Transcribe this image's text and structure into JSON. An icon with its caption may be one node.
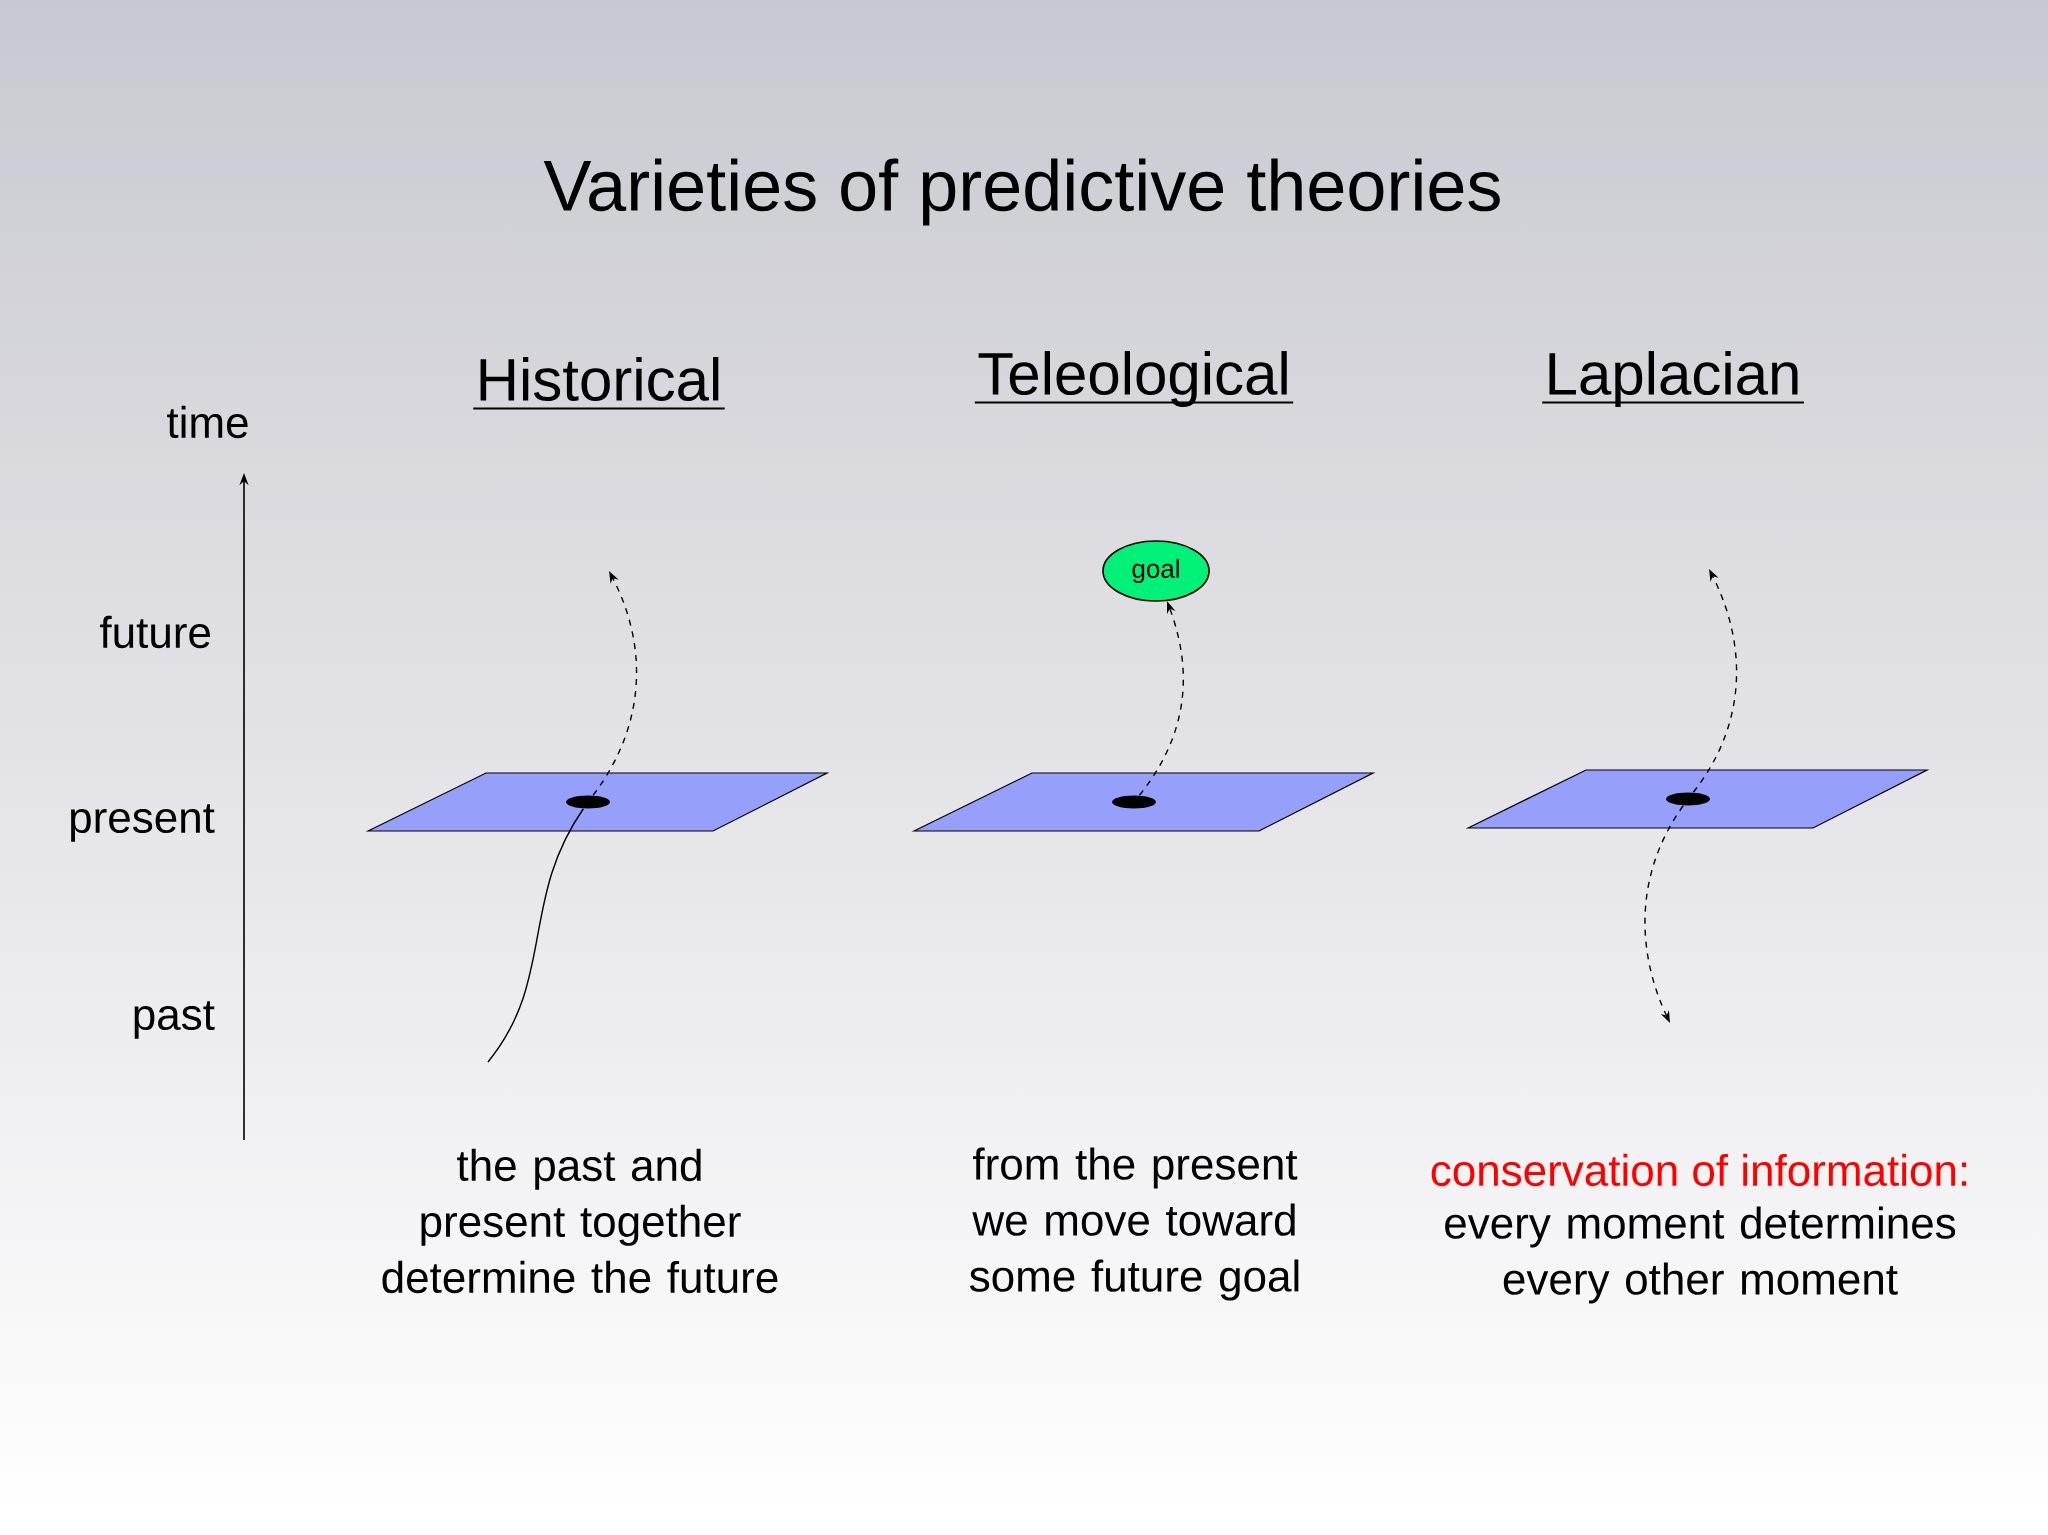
{
  "diagram": {
    "title": "Varieties of predictive theories",
    "nodes": [
      {
        "text": [],
        "shape": "parallelogram"
      },
      {
        "text": [],
        "shape": "dot",
        "in": 0
      },
      {
        "text": [
          "goal"
        ]
      },
      {
        "text": [],
        "shape": "parallelogram"
      },
      {
        "text": [],
        "shape": "dot",
        "in": 3
      },
      {
        "text": [],
        "shape": "parallelogram"
      },
      {
        "text": [],
        "shape": "dot",
        "in": 5
      }
    ],
    "edges": [
      {
        "from": null,
        "to": 1,
        "arrow": "none"
      },
      {
        "from": 1,
        "to": null,
        "arrow": "to",
        "style": "dashed"
      },
      {
        "from": 4,
        "to": 2,
        "arrow": "to",
        "style": "dashed"
      },
      {
        "from": 6,
        "to": null,
        "arrow": "to",
        "style": "dashed"
      },
      {
        "from": 6,
        "to": null,
        "arrow": "to",
        "style": "dashed"
      }
    ],
    "labels": [
      "Historical",
      "Teleological",
      "Laplacian",
      "time",
      "future",
      "present",
      "past",
      "the past and present together determine the future",
      "from the present we move toward some future goal",
      "conservation of information:",
      "every moment determines every other moment"
    ]
  }
}
